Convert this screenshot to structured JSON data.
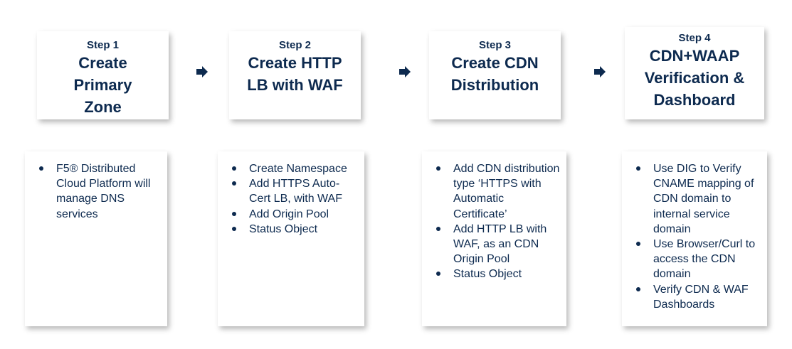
{
  "colors": {
    "text": "#0d2a4f",
    "card_bg": "#ffffff",
    "arrow": "#0d2a4f"
  },
  "steps": [
    {
      "label": "Step 1",
      "title": [
        "Create",
        "Primary",
        "Zone"
      ],
      "bullets": [
        "F5® Distributed Cloud Platform will manage DNS services"
      ]
    },
    {
      "label": "Step 2",
      "title": [
        "Create HTTP",
        "LB with WAF"
      ],
      "bullets": [
        "Create Namespace",
        "Add HTTPS Auto-Cert LB, with WAF",
        "Add Origin Pool",
        "Status Object"
      ]
    },
    {
      "label": "Step 3",
      "title": [
        "Create CDN",
        "Distribution"
      ],
      "bullets": [
        "Add CDN distribution type ‘HTTPS with Automatic Certificate’",
        "Add HTTP LB with WAF, as an CDN Origin Pool",
        "Status Object"
      ]
    },
    {
      "label": "Step 4",
      "title": [
        "CDN+WAAP",
        "Verification &",
        "Dashboard"
      ],
      "bullets": [
        "Use DIG to Verify CNAME mapping of CDN domain to internal service domain",
        "Use Browser/Curl to access the CDN domain",
        "Verify CDN & WAF Dashboards"
      ]
    }
  ],
  "arrows": [
    "right-arrow-icon",
    "right-arrow-icon",
    "right-arrow-icon"
  ]
}
